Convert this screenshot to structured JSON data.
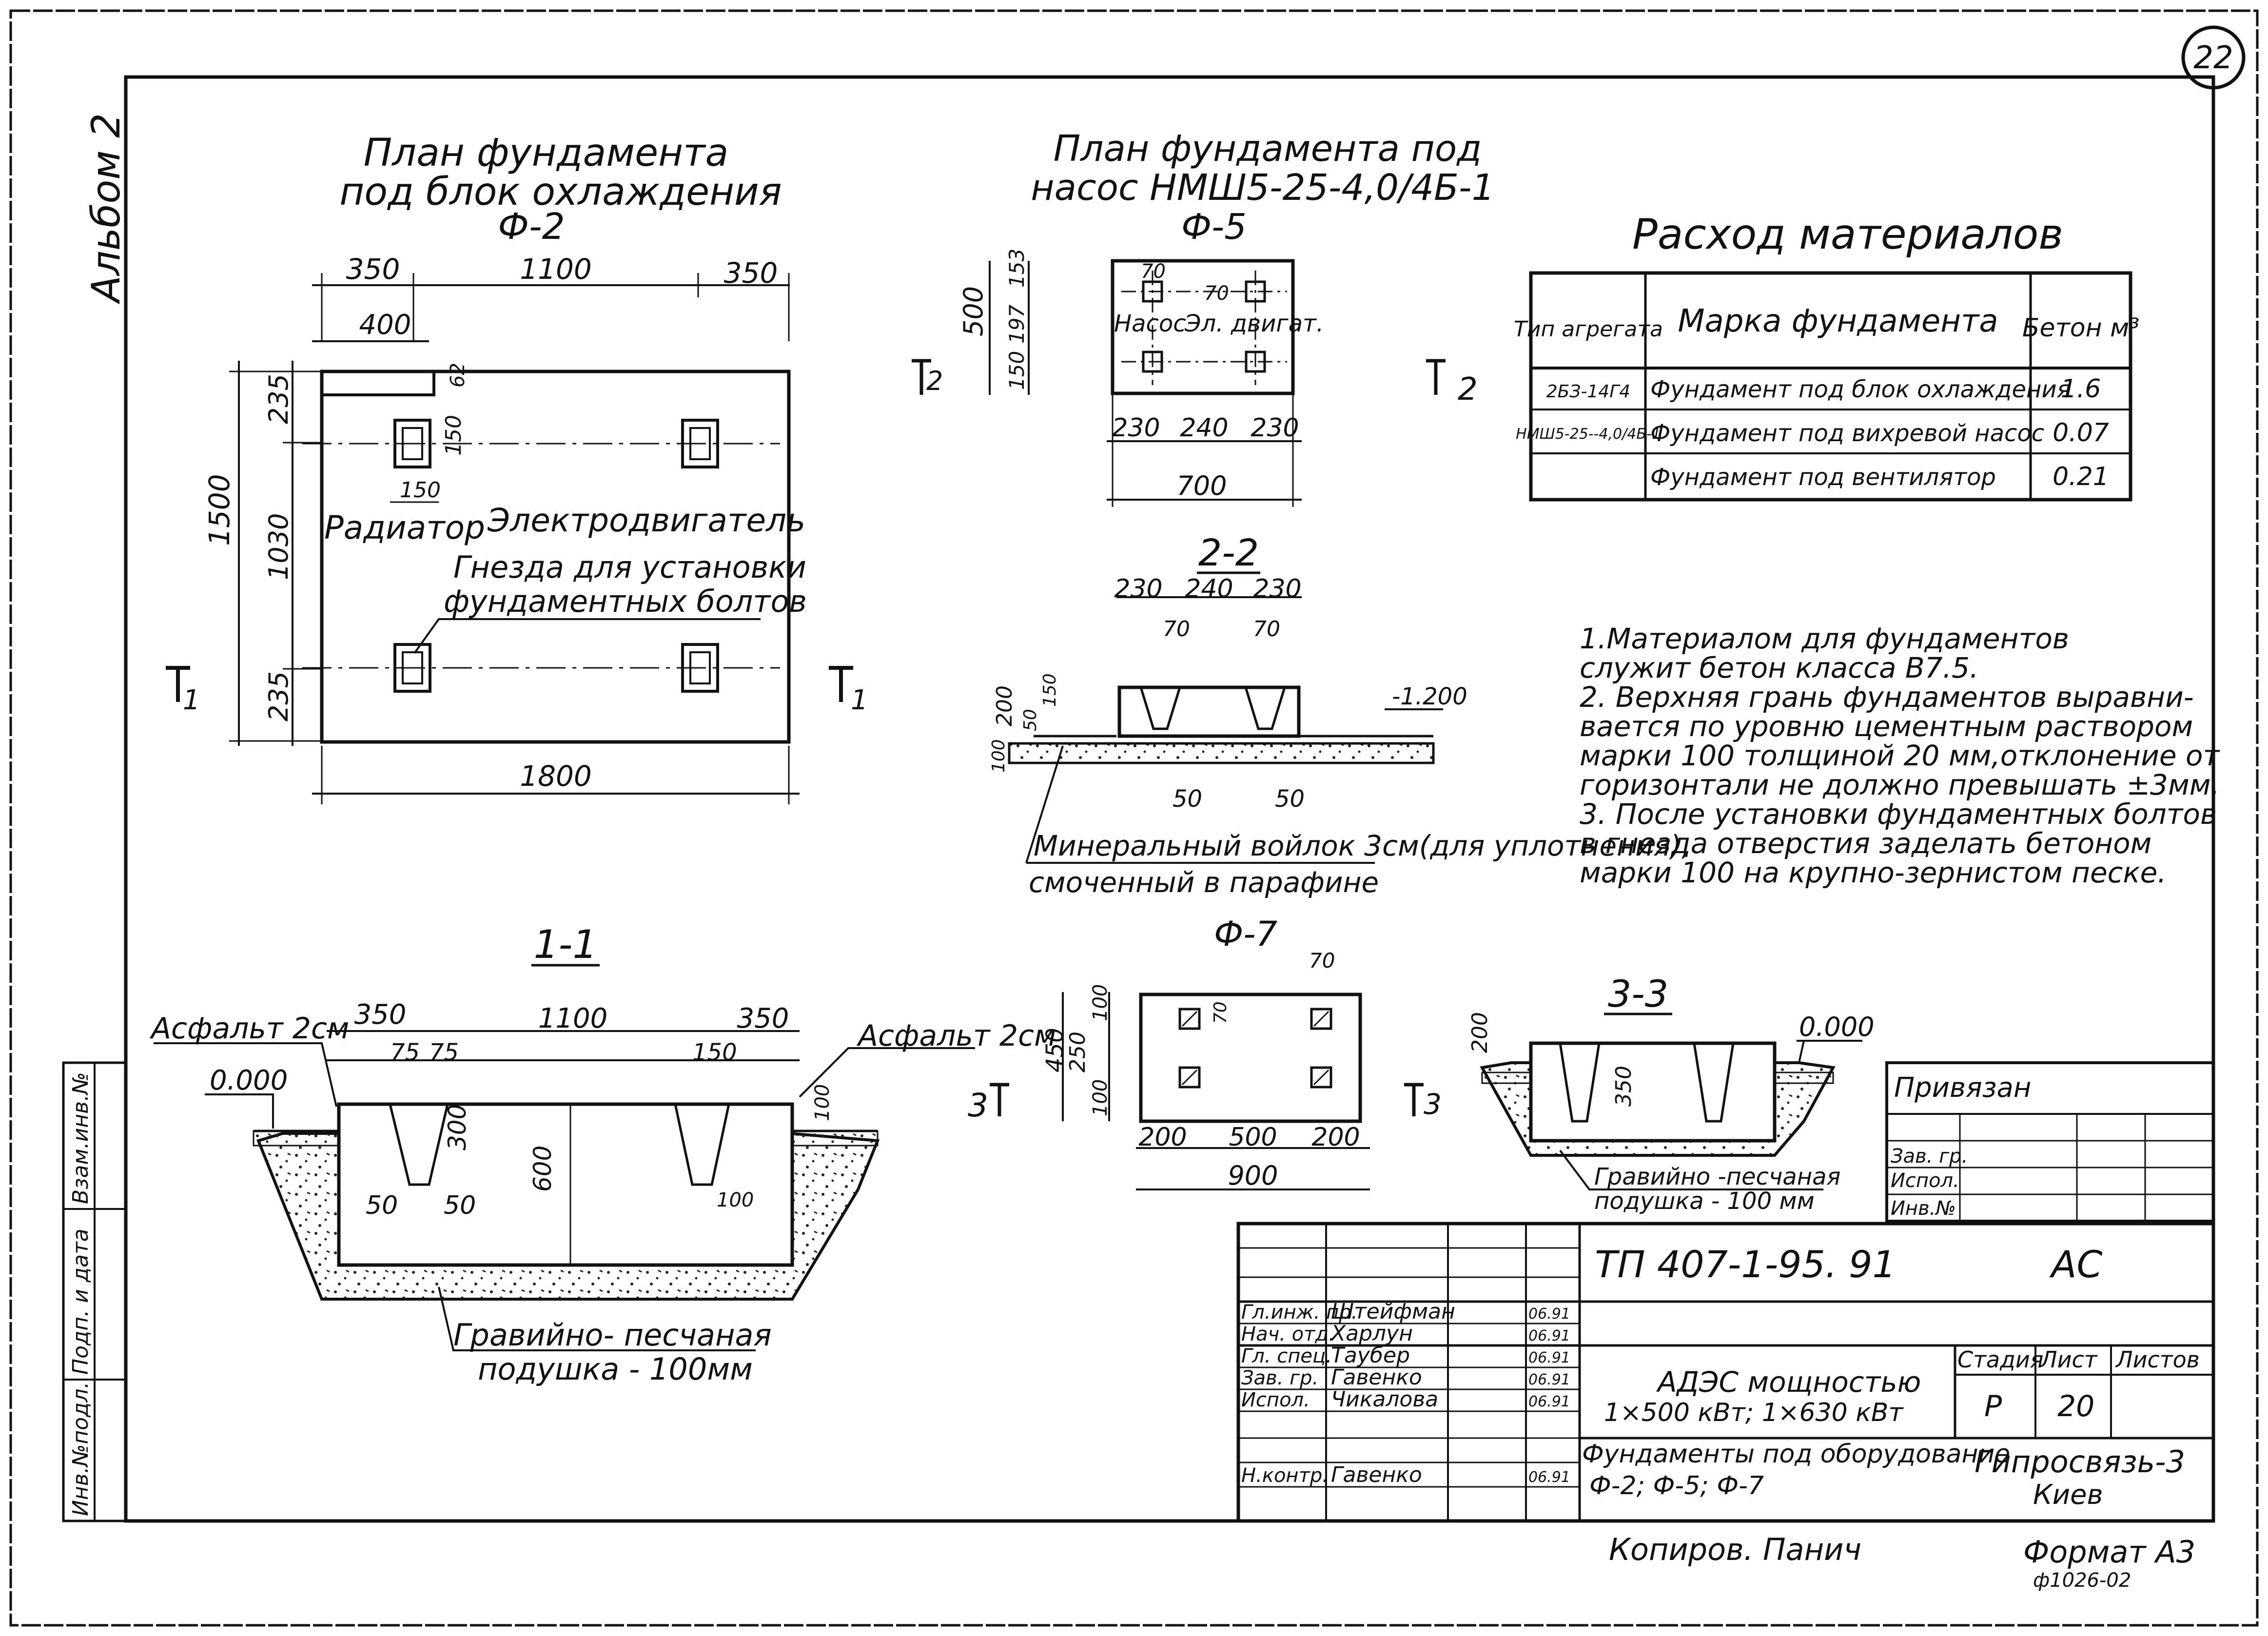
{
  "sheet": {
    "page_number": "22",
    "album": "Альбом 2",
    "copied_by": "Копиров. Панич",
    "format": "Формат А3",
    "doc_code": "ф1026-02"
  },
  "f2": {
    "title_1": "План фундамента",
    "title_2": "под блок охлаждения",
    "mark": "Ф-2",
    "dims": {
      "top_left": "350",
      "top_mid": "1100",
      "top_right": "350",
      "offset": "400",
      "notch": "62",
      "socket_w": "150",
      "socket_h": "150",
      "left_total": "1500",
      "left_top": "235",
      "left_mid": "1030",
      "left_bot": "235",
      "bottom": "1800"
    },
    "label_radiator": "Радиатор",
    "label_motor": "Электродвигатель",
    "callout_1": "Гнезда для установки",
    "callout_2": "фундаментных болтов",
    "cut_mark": "1"
  },
  "f5": {
    "title_1": "План фундамента под",
    "title_2": "насос НМШ5-25-4,0/4Б-1",
    "mark": "Ф-5",
    "dims": {
      "height": "500",
      "top": "153",
      "mid": "197",
      "bot": "150",
      "w_left": "230",
      "w_mid": "240",
      "w_right": "230",
      "total": "700",
      "socket1": "70",
      "socket2": "70"
    },
    "label_pump": "Насос",
    "label_motor": "Эл. двигат.",
    "cut_mark": "2"
  },
  "section_22": {
    "title": "2-2",
    "dims": {
      "w_left": "230",
      "w_mid": "240",
      "w_right": "230",
      "s1": "70",
      "s2": "70",
      "h_total": "200",
      "h_a": "50",
      "h_b": "150",
      "base": "100",
      "level": "-1.200",
      "b1": "50",
      "b2": "50"
    },
    "callout_1": "Минеральный войлок 3см(для уплотнения),",
    "callout_2": "смоченный в парафине"
  },
  "section_11": {
    "title": "1-1",
    "asphalt_left": "Асфальт 2см",
    "asphalt_right": "Асфальт 2см",
    "level": "0.000",
    "dims": {
      "w_left": "350",
      "w_mid": "1100",
      "w_right": "350",
      "s1": "75",
      "s2": "75",
      "s3": "150",
      "depth": "300",
      "height": "600",
      "b1": "50",
      "b2": "50",
      "b3": "100",
      "slab": "100"
    },
    "cushion_1": "Гравийно- песчаная",
    "cushion_2": "подушка - 100мм"
  },
  "f7": {
    "mark": "Ф-7",
    "dims": {
      "h_total": "450",
      "h_mid": "250",
      "h_top": "100",
      "h_bot": "100",
      "w_left": "200",
      "w_mid": "500",
      "w_right": "200",
      "total": "900",
      "socket": "70",
      "s_small": "70"
    },
    "cut_mark": "3"
  },
  "section_33": {
    "title": "3-3",
    "level": "0.000",
    "dims": {
      "h": "200",
      "depth": "350"
    },
    "cushion_1": "Гравийно -песчаная",
    "cushion_2": "подушка - 100 мм"
  },
  "materials_table": {
    "title": "Расход материалов",
    "headers": [
      "Тип агрегата",
      "Марка фундамента",
      "Бетон м³"
    ],
    "rows": [
      [
        "2БЗ-14Г4",
        "Фундамент под блок охлаждения",
        "1.6"
      ],
      [
        "НМШ5-25--4,0/4Б-1",
        "Фундамент под вихревой насос",
        "0.07"
      ],
      [
        "",
        "Фундамент под вентилятор",
        "0.21"
      ]
    ]
  },
  "notes": [
    "1.Материалом для фундаментов",
    "служит бетон класса В7.5.",
    "2. Верхняя грань фундаментов выравни-",
    "вается по уровню цементным раствором",
    "марки 100 толщиной 20 мм,отклонение от",
    "горизонтали не должно превышать ±3мм.",
    "3. После установки фундаментных болтов",
    "в гнезда отверстия заделать бетоном",
    "марки 100 на крупно-зернистом песке."
  ],
  "binding_block": {
    "title": "Привязан",
    "rows": [
      "Зав. гр.",
      "Испол.",
      "Инв.№"
    ]
  },
  "side_stamp": [
    "Инв.№подл.",
    "Подп. и дата",
    "Взам.инв.№"
  ],
  "title_block": {
    "code": "ТП 407-1-95. 91",
    "part": "АС",
    "staff": [
      [
        "Гл.инж. пр.",
        "Штейфман",
        "06.91"
      ],
      [
        "Нач. отд.",
        "Харлун",
        "06.91"
      ],
      [
        "Гл. спец.",
        "Таубер",
        "06.91"
      ],
      [
        "Зав. гр.",
        "Гавенко",
        "06.91"
      ],
      [
        "Испол.",
        "Чикалова",
        "06.91"
      ],
      [
        "",
        "",
        ""
      ],
      [
        "Н.контр.",
        "Гавенко",
        "06.91"
      ]
    ],
    "project_1": "АДЭС мощностью",
    "project_2": "1×500 кВт; 1×630 кВт",
    "sheet_title_1": "Фундаменты под оборудование",
    "sheet_title_2": "Ф-2; Ф-5; Ф-7",
    "stage_label": "Стадия",
    "sheet_label": "Лист",
    "sheets_label": "Листов",
    "stage": "Р",
    "sheet": "20",
    "org_1": "Гипросвязь-3",
    "org_2": "Киев"
  }
}
